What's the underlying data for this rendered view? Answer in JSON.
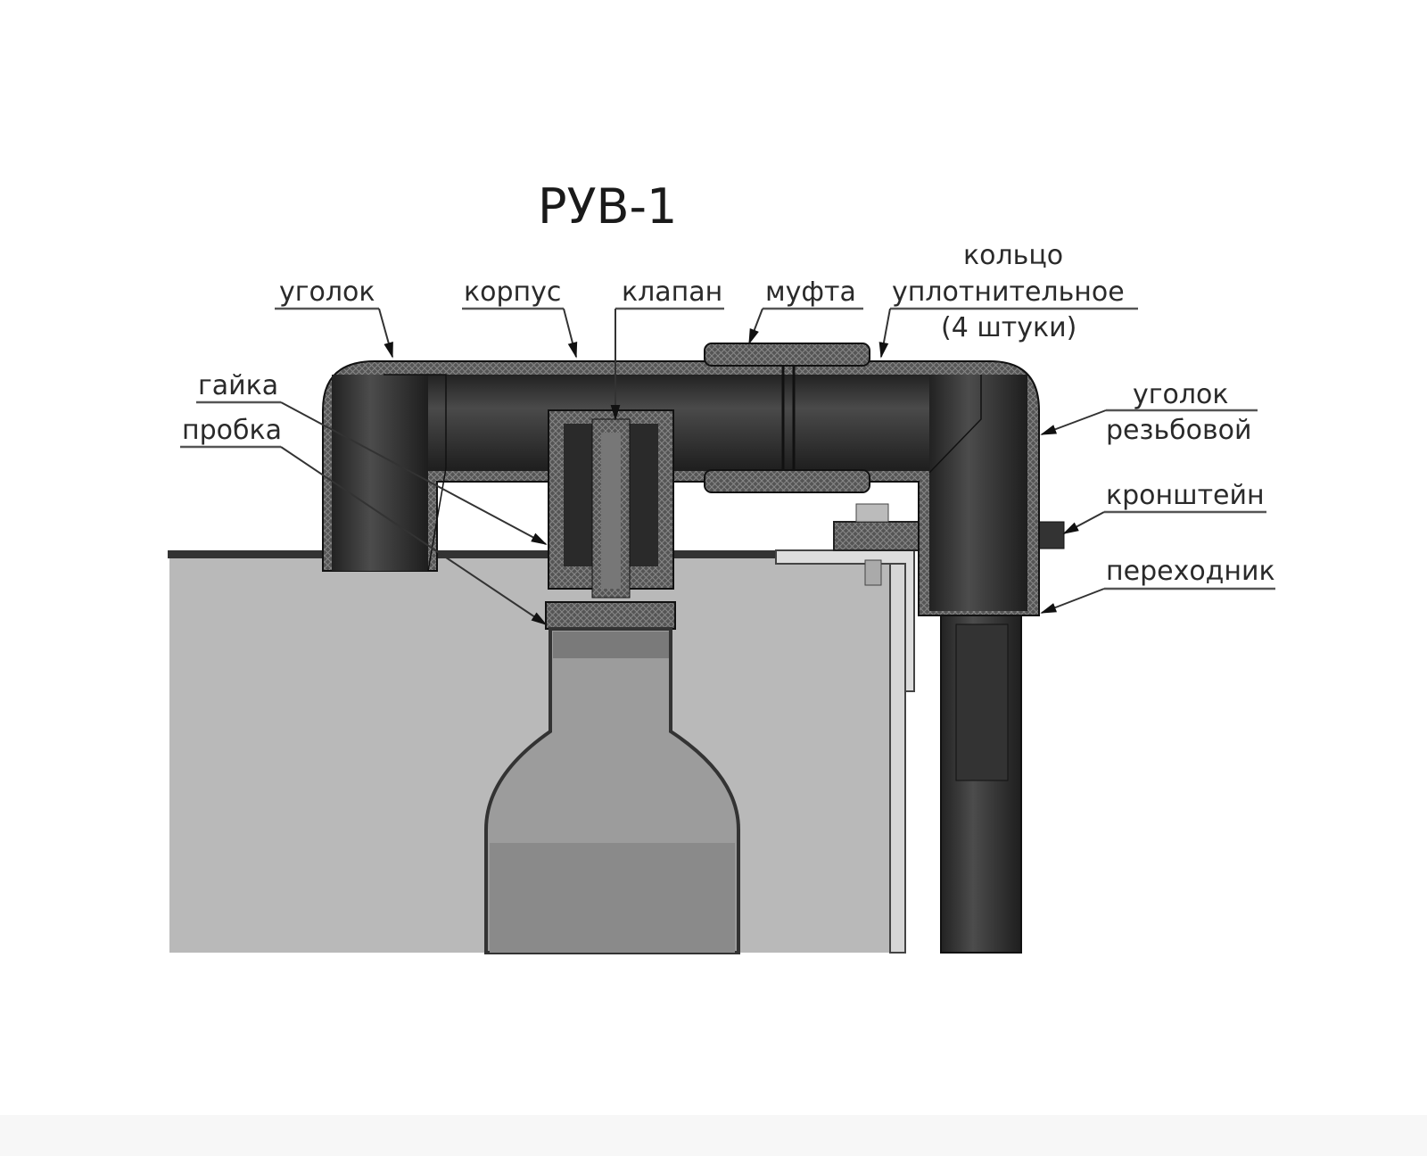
{
  "title": "РУВ-1",
  "labels": {
    "ugolok": "уголок",
    "korpus": "корпус",
    "klapan": "клапан",
    "mufta": "муфта",
    "koltso_1": "кольцо",
    "koltso_2": "уплотнительное",
    "koltso_3": "(4 штуки)",
    "gayka": "гайка",
    "probka": "пробка",
    "ugolok_rezb_1": "уголок",
    "ugolok_rezb_2": "резьбовой",
    "kronshtein": "кронштейн",
    "perekhodnik": "переходник"
  },
  "colors": {
    "tank": "#b9b9b9",
    "pipe": "#2e2e2e",
    "wall": "#4a4a4a",
    "bottle": "#9c9c9c"
  }
}
